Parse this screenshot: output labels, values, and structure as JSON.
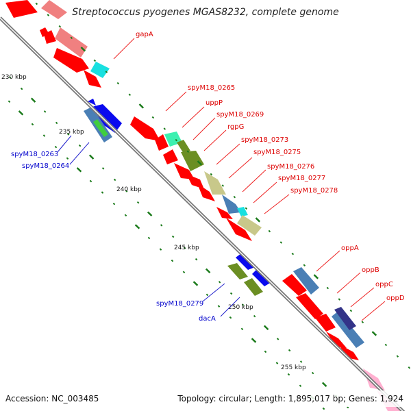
{
  "title": "Streptococcus pyogenes MGAS8232, complete genome",
  "footer": {
    "accession": "Accession: NC_003485",
    "topology": "Topology: circular; Length: 1,895,017 bp; Genes: 1,924"
  },
  "colors": {
    "backbone": "#7a7a7a",
    "red": "#ff0000",
    "pink": "#f08080",
    "cyan": "#19e0e0",
    "blue": "#0a0aee",
    "steel": "#4a7fb5",
    "green": "#3fce3f",
    "olive": "#6b8e23",
    "khaki": "#c8c88a",
    "teal": "#3cf0b0",
    "navy": "#333388",
    "lightpink": "#ffb0d0",
    "forward_label": "#dd0000",
    "reverse_label": "#0000cc",
    "tick": "#1a7a1a"
  },
  "ticks": [
    {
      "label": "230 kbp"
    },
    {
      "label": "235 kbp"
    },
    {
      "label": "240 kbp"
    },
    {
      "label": "245 kbp"
    },
    {
      "label": "250 kbp"
    },
    {
      "label": "255 kbp"
    }
  ],
  "forward_labels": [
    {
      "text": "gapA"
    },
    {
      "text": "spyM18_0265"
    },
    {
      "text": "uppP"
    },
    {
      "text": "spyM18_0269"
    },
    {
      "text": "rgpG"
    },
    {
      "text": "spyM18_0273"
    },
    {
      "text": "spyM18_0275"
    },
    {
      "text": "spyM18_0276"
    },
    {
      "text": "spyM18_0277"
    },
    {
      "text": "spyM18_0278"
    },
    {
      "text": "oppA"
    },
    {
      "text": "oppB"
    },
    {
      "text": "oppC"
    },
    {
      "text": "oppD"
    }
  ],
  "reverse_labels": [
    {
      "text": "spyM18_0263"
    },
    {
      "text": "spyM18_0264"
    },
    {
      "text": "spyM18_0279"
    },
    {
      "text": "dacA"
    }
  ]
}
